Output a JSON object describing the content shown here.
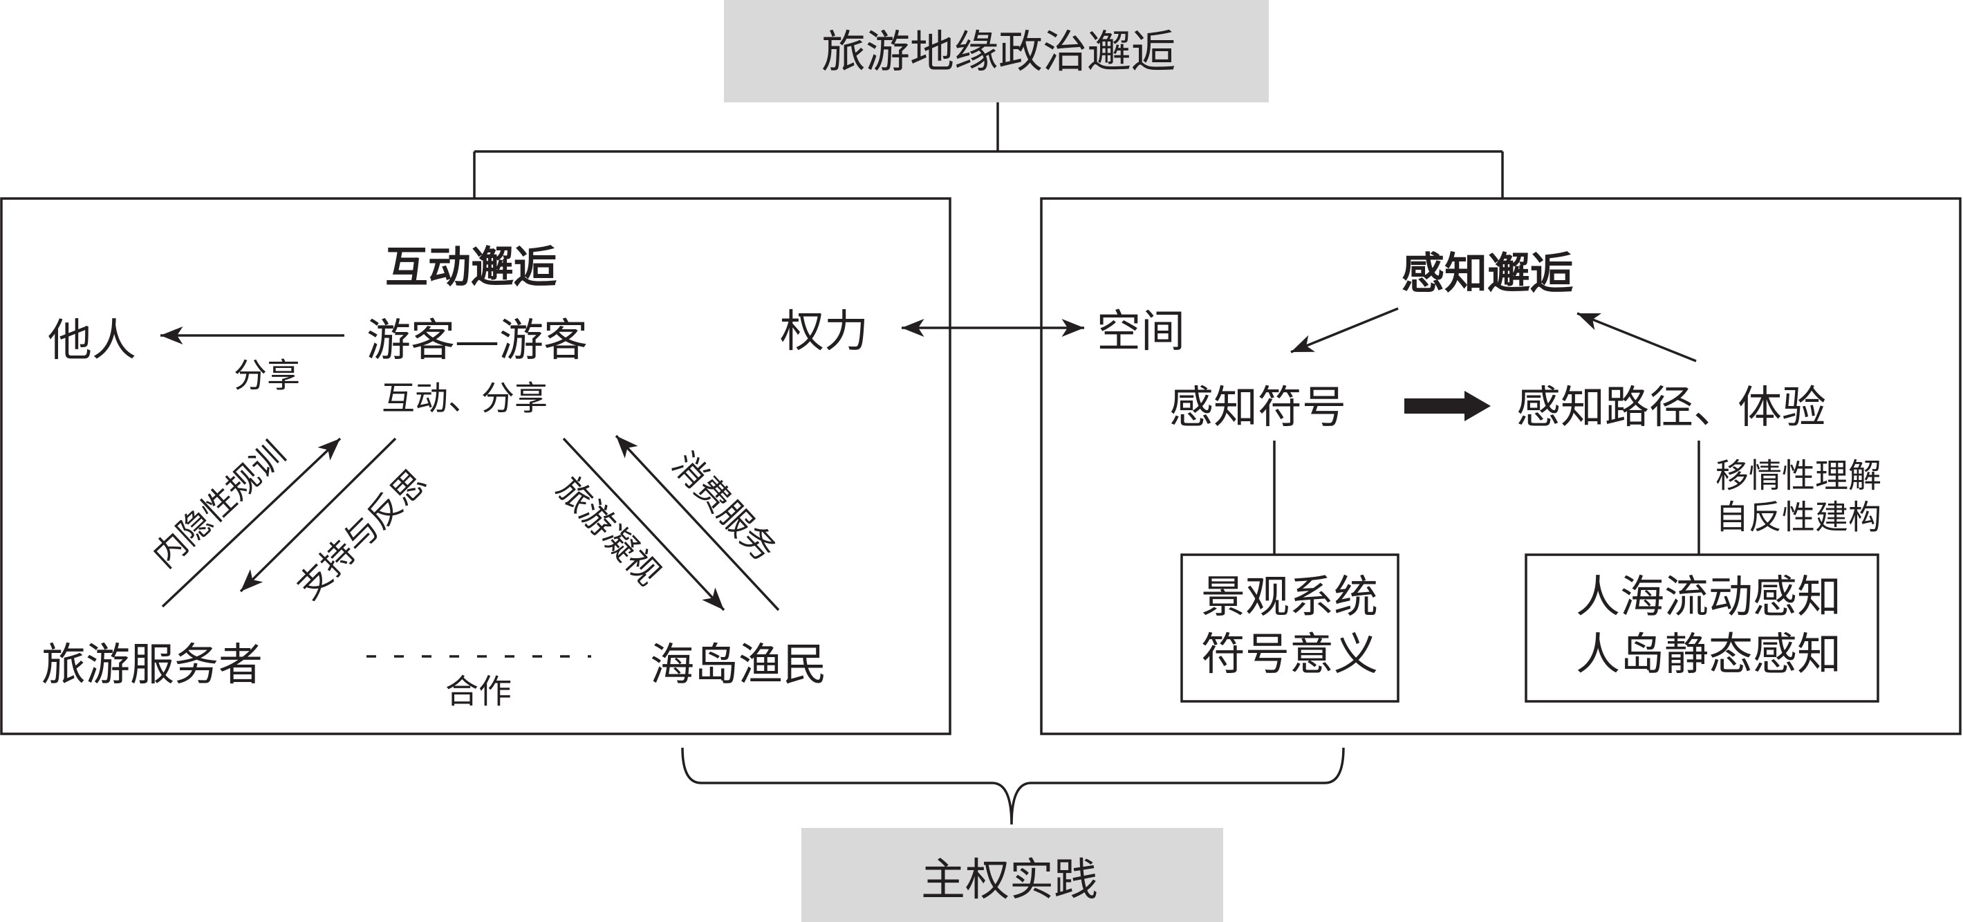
{
  "top_box": {
    "label": "旅游地缘政治邂逅"
  },
  "interaction_panel": {
    "heading": "互动邂逅",
    "others": "他人",
    "share_label": "分享",
    "tourists": "游客—游客",
    "tourists_note": "互动、分享",
    "service_providers": "旅游服务者",
    "fishermen": "海岛渔民",
    "cooperation_label": "合作",
    "implicit_discipline_label": "内隐性规训",
    "support_reflection_label": "支持与反思",
    "tourist_gaze_label": "旅游凝视",
    "consumption_service_label": "消费服务"
  },
  "link": {
    "power": "权力",
    "space": "空间"
  },
  "perception_panel": {
    "heading": "感知邂逅",
    "symbols": "感知符号",
    "paths": "感知路径、体验",
    "empathy_label": "移情性理解",
    "reflexive_label": "自反性建构",
    "symbol_box": [
      "景观系统",
      "符号意义"
    ],
    "path_box": [
      "人海流动感知",
      "人岛静态感知"
    ]
  },
  "bottom_box": {
    "label": "主权实践"
  },
  "colors": {
    "box_fill": "#d9d9d9",
    "ink": "#231f20"
  }
}
